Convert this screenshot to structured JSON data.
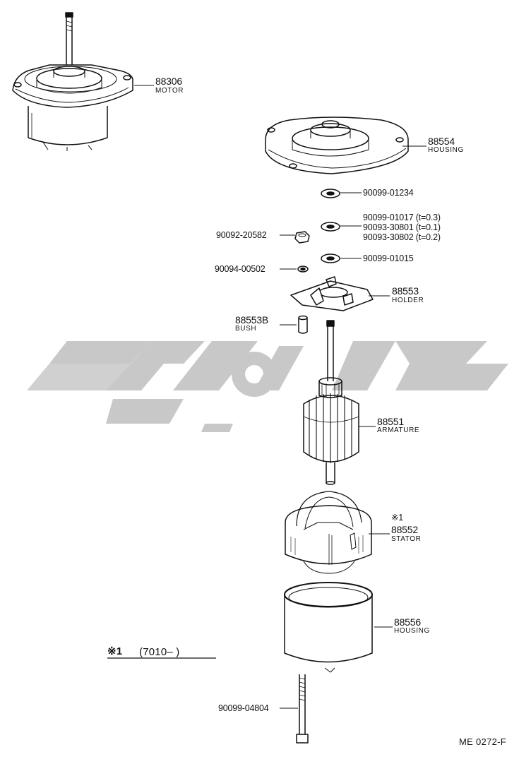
{
  "diagram": {
    "colors": {
      "ink": "#111111",
      "watermark": "#c8c8c8"
    },
    "watermark_icon": "watermark-logo",
    "parts": [
      {
        "number": "88306",
        "name": "MOTOR"
      },
      {
        "number": "88554",
        "name": "HOUSING"
      },
      {
        "number": "90099-01234"
      },
      {
        "number": "90099-01017 (t=0.3)"
      },
      {
        "number": "90093-30801 (t=0.1)"
      },
      {
        "number": "90093-30802 (t=0.2)"
      },
      {
        "number": "90092-20582"
      },
      {
        "number": "90099-01015"
      },
      {
        "number": "90094-00502"
      },
      {
        "number": "88553",
        "name": "HOLDER"
      },
      {
        "number": "88553B",
        "name": "BUSH"
      },
      {
        "number": "88551",
        "name": "ARMATURE"
      },
      {
        "mark": "※1",
        "number": "88552",
        "name": "STATOR"
      },
      {
        "number": "88556",
        "name": "HOUSING"
      },
      {
        "number": "90099-04804"
      }
    ],
    "note": {
      "mark": "※1",
      "text": "(7010–        )"
    },
    "drawing_code": "ME 0272-F"
  }
}
